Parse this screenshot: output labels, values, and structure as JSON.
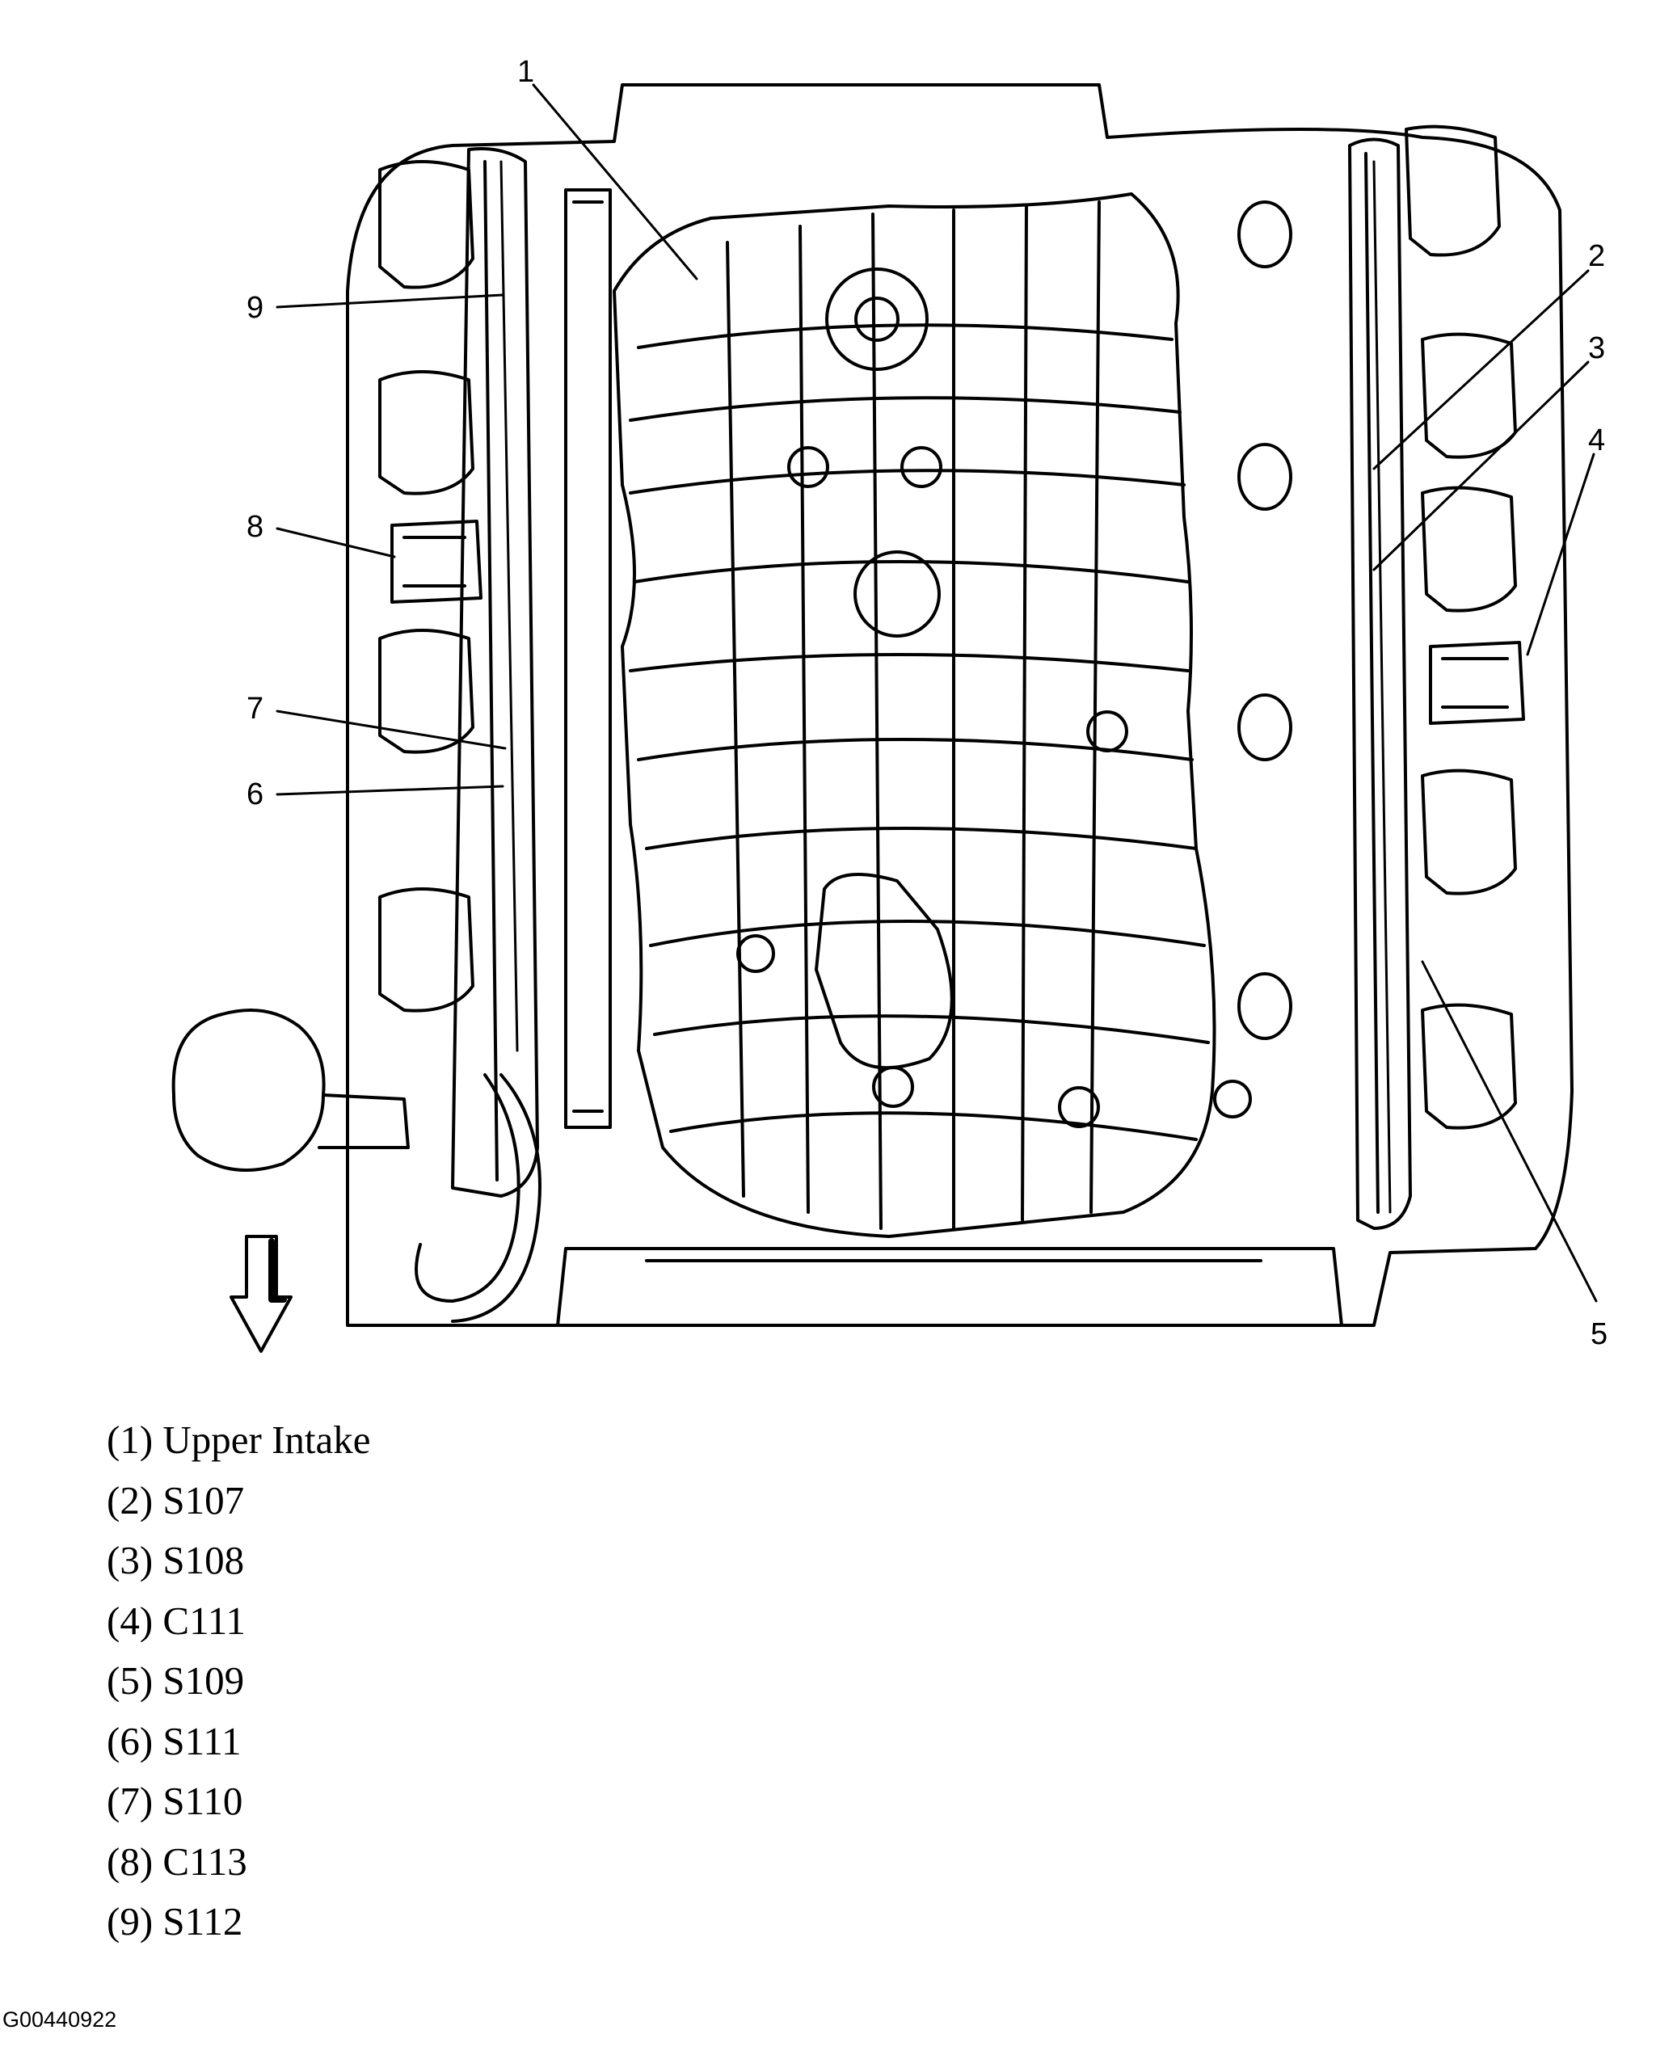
{
  "figure": {
    "callouts": [
      {
        "num": "1"
      },
      {
        "num": "2"
      },
      {
        "num": "3"
      },
      {
        "num": "4"
      },
      {
        "num": "5"
      },
      {
        "num": "6"
      },
      {
        "num": "7"
      },
      {
        "num": "8"
      },
      {
        "num": "9"
      }
    ],
    "figure_id": "G00440922"
  },
  "legend": [
    "(1) Upper Intake",
    "(2) S107",
    "(3) S108",
    "(4) C111",
    "(5) S109",
    "(6) S111",
    "(7) S110",
    "(8) C113",
    "(9) S112"
  ]
}
